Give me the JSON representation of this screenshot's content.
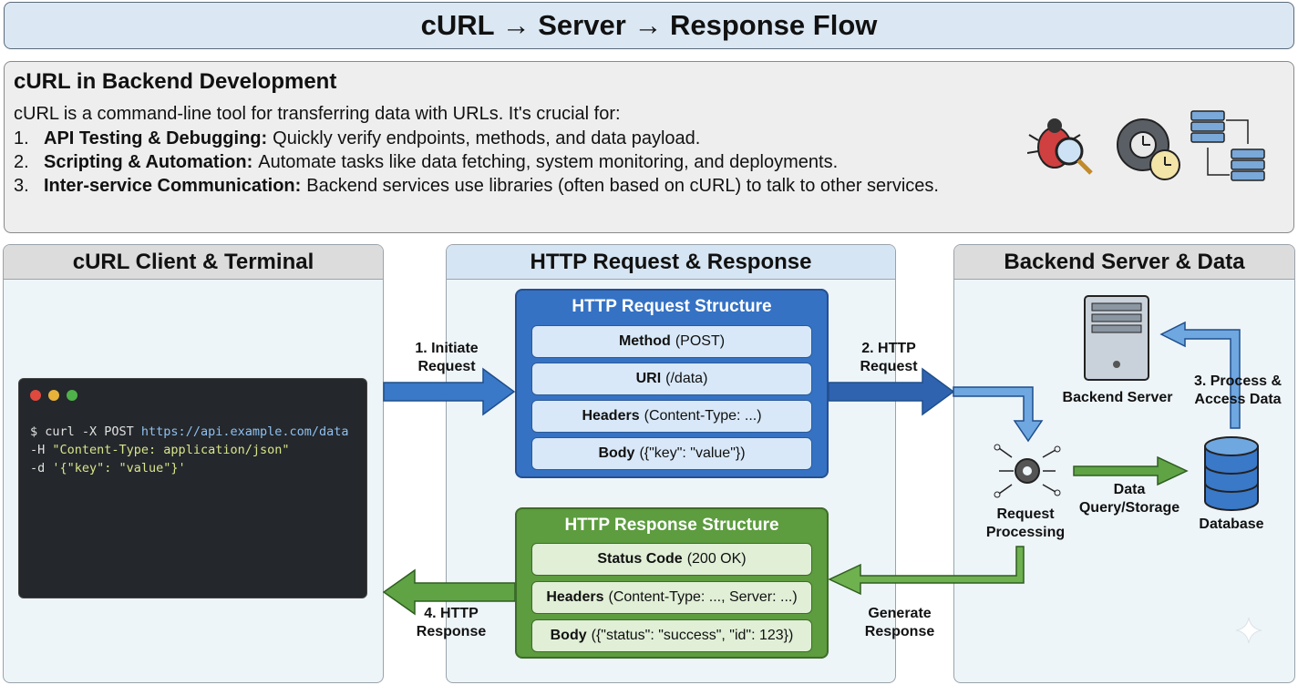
{
  "title": "cURL → Server → Response Flow",
  "intro": {
    "heading": "cURL in Backend Development",
    "lead": "cURL is a command-line tool for transferring data with URLs. It's crucial for:",
    "items": [
      {
        "num": "1.",
        "bold": "API Testing & Debugging:",
        "text": "Quickly verify endpoints, methods, and data payload."
      },
      {
        "num": "2.",
        "bold": "Scripting & Automation:",
        "text": "Automate tasks like data fetching, system monitoring, and deployments."
      },
      {
        "num": "3.",
        "bold": "Inter-service Communication:",
        "text": "Backend services use libraries (often based on cURL) to talk to other services."
      }
    ],
    "icons": [
      "bug-magnifier-icon",
      "gear-clock-icon",
      "server-sync-icon"
    ]
  },
  "panels": {
    "client": "cURL Client & Terminal",
    "http": "HTTP Request & Response",
    "backend": "Backend Server & Data"
  },
  "terminal": {
    "line1_prompt": "$ curl -X POST ",
    "line1_url": "https://api.example.com/data",
    "line2_flag": "-H ",
    "line2_val": "\"Content-Type: application/json\"",
    "line3_flag": "-d ",
    "line3_val": "'{\"key\": \"value\"}'"
  },
  "request": {
    "title": "HTTP Request Structure",
    "fields": [
      {
        "bold": "Method",
        "text": "(POST)"
      },
      {
        "bold": "URI",
        "text": "(/data)"
      },
      {
        "bold": "Headers",
        "text": "(Content-Type: ...)"
      },
      {
        "bold": "Body",
        "text": "({\"key\": \"value\"})"
      }
    ]
  },
  "response": {
    "title": "HTTP Response Structure",
    "fields": [
      {
        "bold": "Status Code",
        "text": "(200 OK)"
      },
      {
        "bold": "Headers",
        "text": "(Content-Type: ..., Server: ...)"
      },
      {
        "bold": "Body",
        "text": "({\"status\": \"success\", \"id\": 123})"
      }
    ]
  },
  "labels": {
    "step1a": "1. Initiate",
    "step1b": "Request",
    "step2a": "2. HTTP",
    "step2b": "Request",
    "step3a": "3. Process &",
    "step3b": "Access Data",
    "step4a": "4. HTTP",
    "step4b": "Response",
    "generate_a": "Generate",
    "generate_b": "Response",
    "data_a": "Data",
    "data_b": "Query/Storage",
    "server": "Backend Server",
    "processing_a": "Request",
    "processing_b": "Processing",
    "database": "Database"
  },
  "colors": {
    "request_blue": "#3572c4",
    "response_green": "#5d9c3f",
    "arrow_blue": "#3a78c8",
    "arrow_green": "#5fa345"
  }
}
